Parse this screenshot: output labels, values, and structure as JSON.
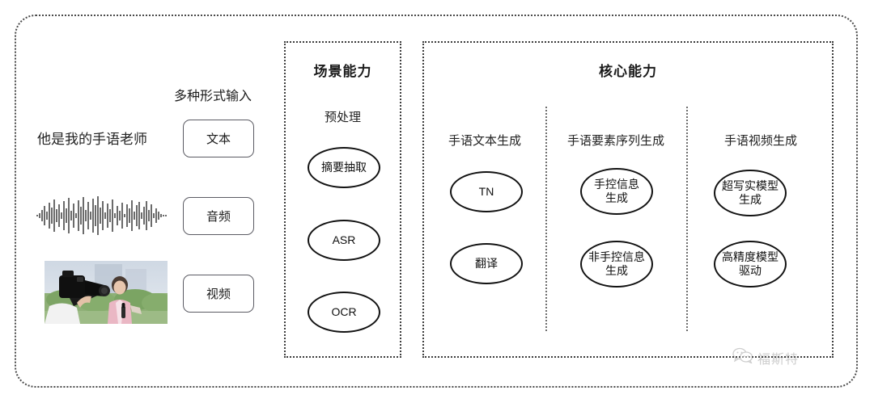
{
  "input_section": {
    "heading": "多种形式输入",
    "sample_sentence": "他是我的手语老师",
    "chips": [
      {
        "label": "文本",
        "icon": "text-icon"
      },
      {
        "label": "音频",
        "icon": "audio-waveform-icon"
      },
      {
        "label": "视频",
        "icon": "video-thumbnail-icon"
      }
    ],
    "media": {
      "waveform_alt": "audio-waveform",
      "video_alt": "camera-operator-filming-reporter"
    }
  },
  "scene_panel": {
    "title": "场景能力",
    "group_label": "预处理",
    "nodes": [
      {
        "lines": [
          "摘要抽取"
        ]
      },
      {
        "lines": [
          "ASR"
        ]
      },
      {
        "lines": [
          "OCR"
        ]
      }
    ]
  },
  "core_panel": {
    "title": "核心能力",
    "columns": [
      {
        "label": "手语文本生成",
        "nodes": [
          {
            "lines": [
              "TN"
            ]
          },
          {
            "lines": [
              "翻译"
            ]
          }
        ]
      },
      {
        "label": "手语要素序列生成",
        "nodes": [
          {
            "lines": [
              "手控信息",
              "生成"
            ]
          },
          {
            "lines": [
              "非手控信息",
              "生成"
            ]
          }
        ]
      },
      {
        "label": "手语视频生成",
        "nodes": [
          {
            "lines": [
              "超写实模型",
              "生成"
            ]
          },
          {
            "lines": [
              "高精度模型",
              "驱动"
            ]
          }
        ]
      }
    ]
  },
  "watermark": {
    "text": "福斯特",
    "icon": "wechat-bubbles-icon"
  },
  "colors": {
    "frame": "#4a4a4a",
    "panel_border": "#3d3d3d",
    "node_border": "#121212",
    "chip_border": "#5b5b63",
    "text": "#1f1f1f",
    "watermark": "#8a8a8a"
  }
}
